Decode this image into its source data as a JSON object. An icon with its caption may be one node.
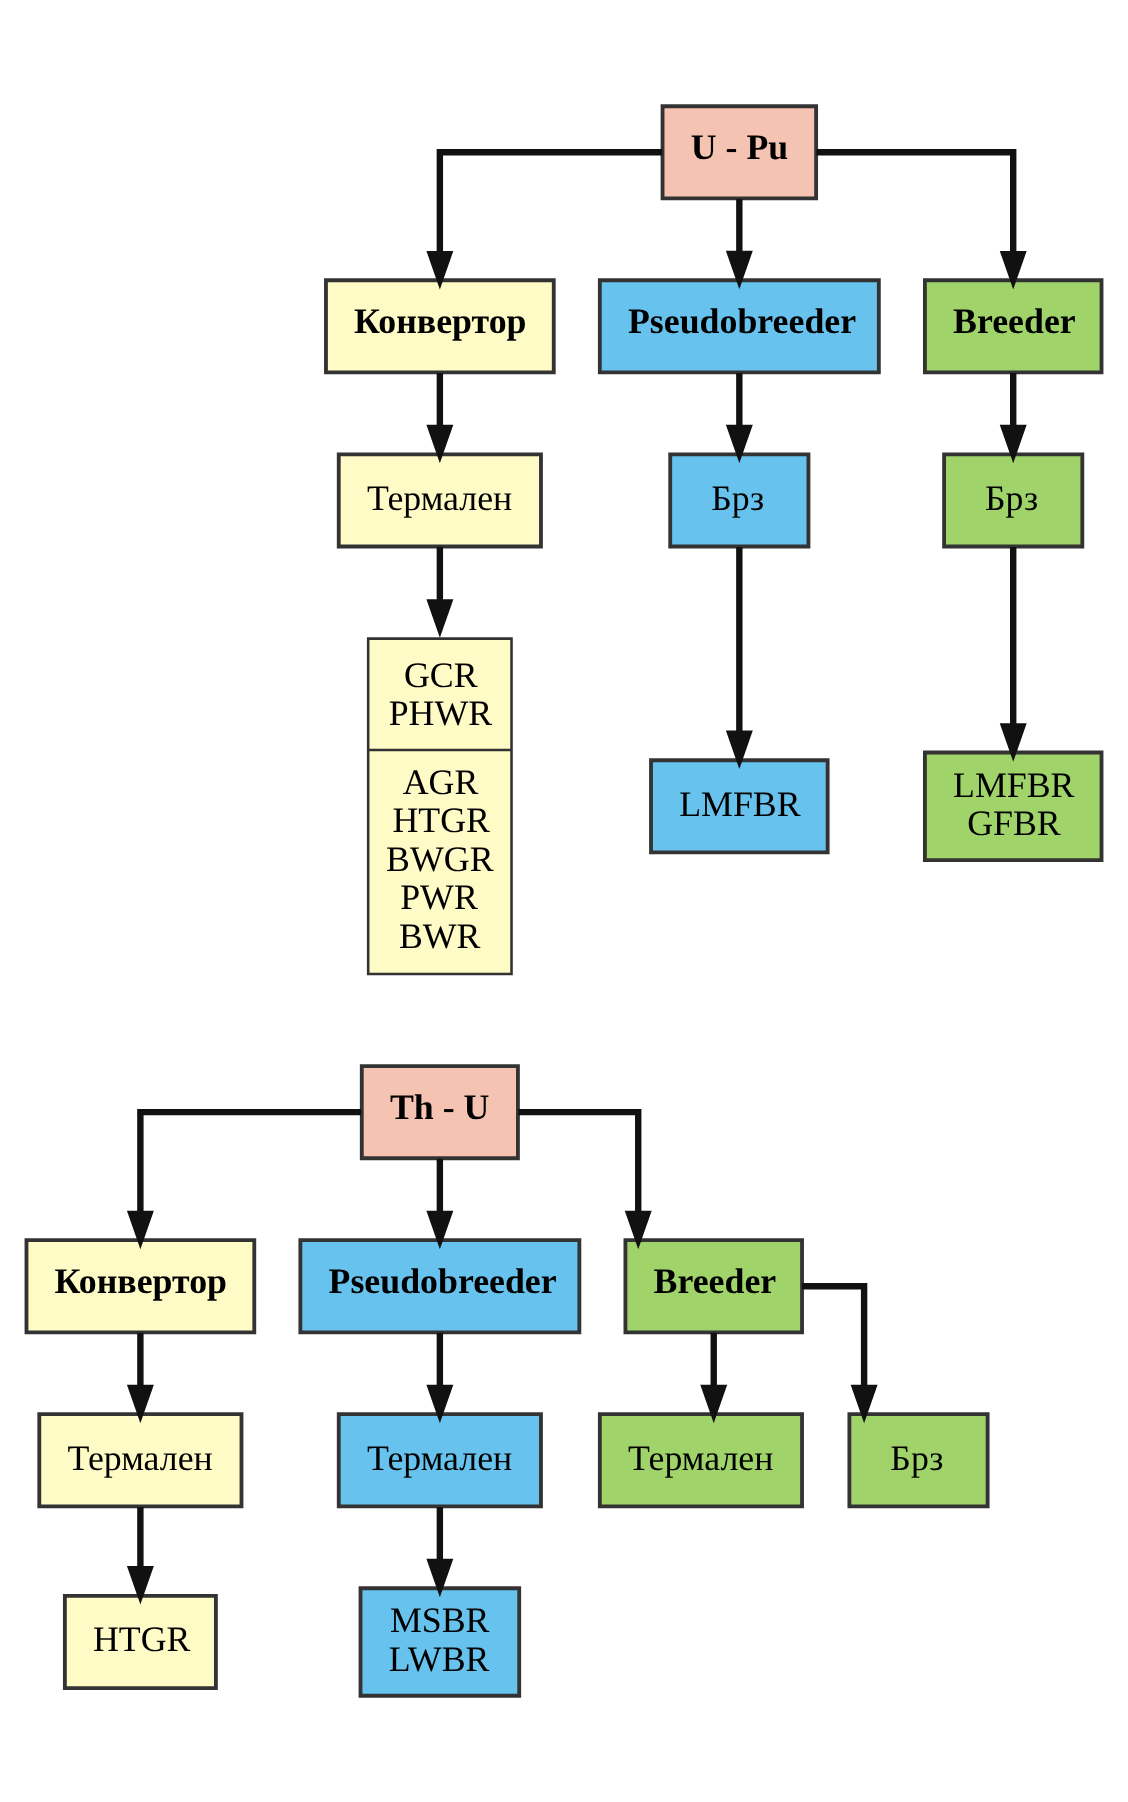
{
  "diagram": {
    "nodes": [
      {
        "text": [
          "U - Pu"
        ]
      },
      {
        "text": [
          "Конвертор"
        ]
      },
      {
        "text": [
          "Pseudobreeder"
        ]
      },
      {
        "text": [
          "Breeder"
        ]
      },
      {
        "text": [
          "Термален"
        ]
      },
      {
        "text": [
          "Брз"
        ]
      },
      {
        "text": [
          "Брз"
        ]
      },
      {
        "text": [
          "GCR PHWR",
          "AGR HTGR BWGR PWR BWR"
        ]
      },
      {
        "text": [
          "LMFBR"
        ]
      },
      {
        "text": [
          "LMFBR GFBR"
        ]
      },
      {
        "text": [
          "Th - U"
        ]
      },
      {
        "text": [
          "Конвертор"
        ]
      },
      {
        "text": [
          "Pseudobreeder"
        ]
      },
      {
        "text": [
          "Breeder"
        ]
      },
      {
        "text": [
          "Термален"
        ]
      },
      {
        "text": [
          "Термален"
        ]
      },
      {
        "text": [
          "Термален"
        ]
      },
      {
        "text": [
          "Брз"
        ]
      },
      {
        "text": [
          "HTGR"
        ]
      },
      {
        "text": [
          "MSBR LWBR"
        ]
      }
    ],
    "edges": [
      {
        "from": 0,
        "to": 1,
        "arrow": "to"
      },
      {
        "from": 0,
        "to": 2,
        "arrow": "to"
      },
      {
        "from": 0,
        "to": 3,
        "arrow": "to"
      },
      {
        "from": 1,
        "to": 4,
        "arrow": "to"
      },
      {
        "from": 2,
        "to": 5,
        "arrow": "to"
      },
      {
        "from": 3,
        "to": 6,
        "arrow": "to"
      },
      {
        "from": 4,
        "to": 7,
        "arrow": "to"
      },
      {
        "from": 5,
        "to": 8,
        "arrow": "to"
      },
      {
        "from": 6,
        "to": 9,
        "arrow": "to"
      },
      {
        "from": 10,
        "to": 11,
        "arrow": "to"
      },
      {
        "from": 10,
        "to": 12,
        "arrow": "to"
      },
      {
        "from": 10,
        "to": 13,
        "arrow": "to"
      },
      {
        "from": 11,
        "to": 14,
        "arrow": "to"
      },
      {
        "from": 12,
        "to": 15,
        "arrow": "to"
      },
      {
        "from": 13,
        "to": 16,
        "arrow": "to"
      },
      {
        "from": 13,
        "to": 17,
        "arrow": "to"
      },
      {
        "from": 14,
        "to": 18,
        "arrow": "to"
      },
      {
        "from": 15,
        "to": 19,
        "arrow": "to"
      }
    ]
  }
}
